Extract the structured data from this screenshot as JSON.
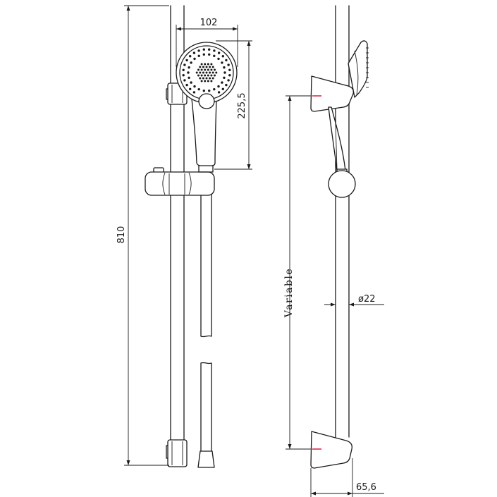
{
  "dimensions": {
    "head_width": "102",
    "handset_length": "225,5",
    "rail_length": "810",
    "variable": "Variable",
    "tube_diameter": "ø22",
    "wall_offset": "65,6"
  },
  "colors": {
    "line": "#1a1a1a",
    "accent": "#d81b3c",
    "background": "#ffffff"
  }
}
